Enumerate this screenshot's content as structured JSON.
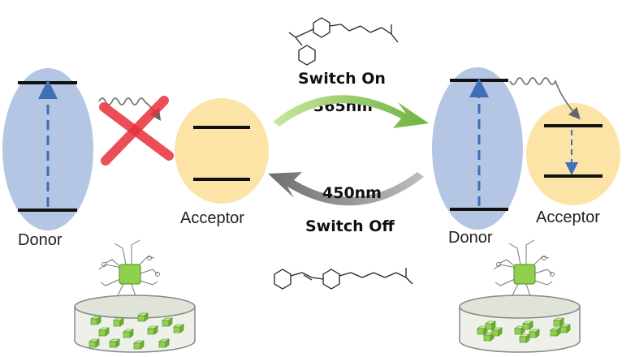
{
  "left_panel": {
    "donor_label": "Donor",
    "acceptor_label": "Acceptor"
  },
  "right_panel": {
    "donor_label": "Donor",
    "acceptor_label": "Acceptor"
  },
  "switch_on": {
    "label": "Switch On",
    "wavelength": "365nm"
  },
  "switch_off": {
    "label": "Switch Off",
    "wavelength": "450nm"
  },
  "colors": {
    "donor": "#b4c6e3",
    "acceptor": "#fbe4a6",
    "level_line": "#111111",
    "dashed_arrow": "#3f6fb7",
    "switch_on_arrow": "#8cc63f",
    "switch_off_arrow": "#8a8a8a",
    "block_cross": "#e8303a",
    "cube": "#8fd14f"
  }
}
